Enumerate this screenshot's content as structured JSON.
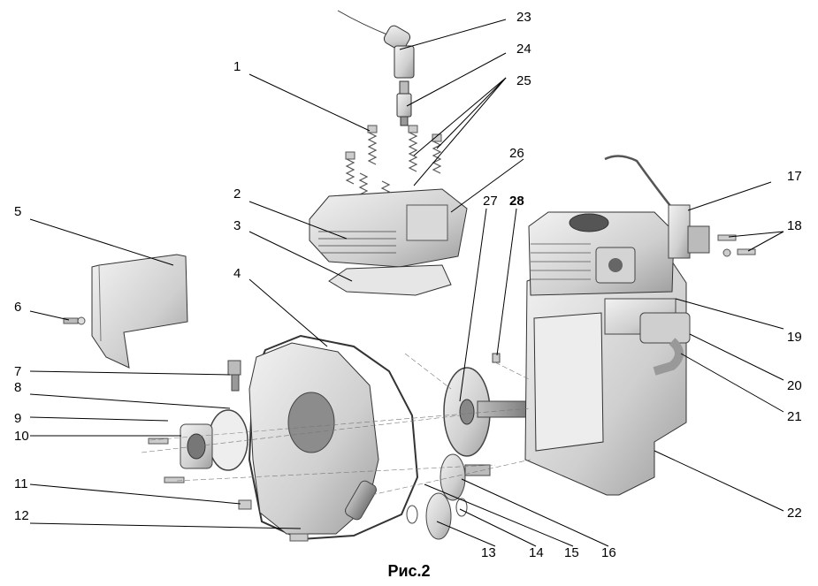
{
  "caption": "Рис.2",
  "callouts": [
    {
      "id": "1",
      "label": "1"
    },
    {
      "id": "2",
      "label": "2"
    },
    {
      "id": "3",
      "label": "3"
    },
    {
      "id": "4",
      "label": "4"
    },
    {
      "id": "5",
      "label": "5"
    },
    {
      "id": "6",
      "label": "6"
    },
    {
      "id": "7",
      "label": "7"
    },
    {
      "id": "8",
      "label": "8"
    },
    {
      "id": "9",
      "label": "9"
    },
    {
      "id": "10",
      "label": "10"
    },
    {
      "id": "11",
      "label": "11"
    },
    {
      "id": "12",
      "label": "12"
    },
    {
      "id": "13",
      "label": "13"
    },
    {
      "id": "14",
      "label": "14"
    },
    {
      "id": "15",
      "label": "15"
    },
    {
      "id": "16",
      "label": "16"
    },
    {
      "id": "17",
      "label": "17"
    },
    {
      "id": "18",
      "label": "18"
    },
    {
      "id": "19",
      "label": "19"
    },
    {
      "id": "20",
      "label": "20"
    },
    {
      "id": "21",
      "label": "21"
    },
    {
      "id": "22",
      "label": "22"
    },
    {
      "id": "23",
      "label": "23"
    },
    {
      "id": "24",
      "label": "24"
    },
    {
      "id": "25",
      "label": "25"
    },
    {
      "id": "26",
      "label": "26"
    },
    {
      "id": "27",
      "label": "27"
    },
    {
      "id": "28",
      "label": "28"
    }
  ]
}
